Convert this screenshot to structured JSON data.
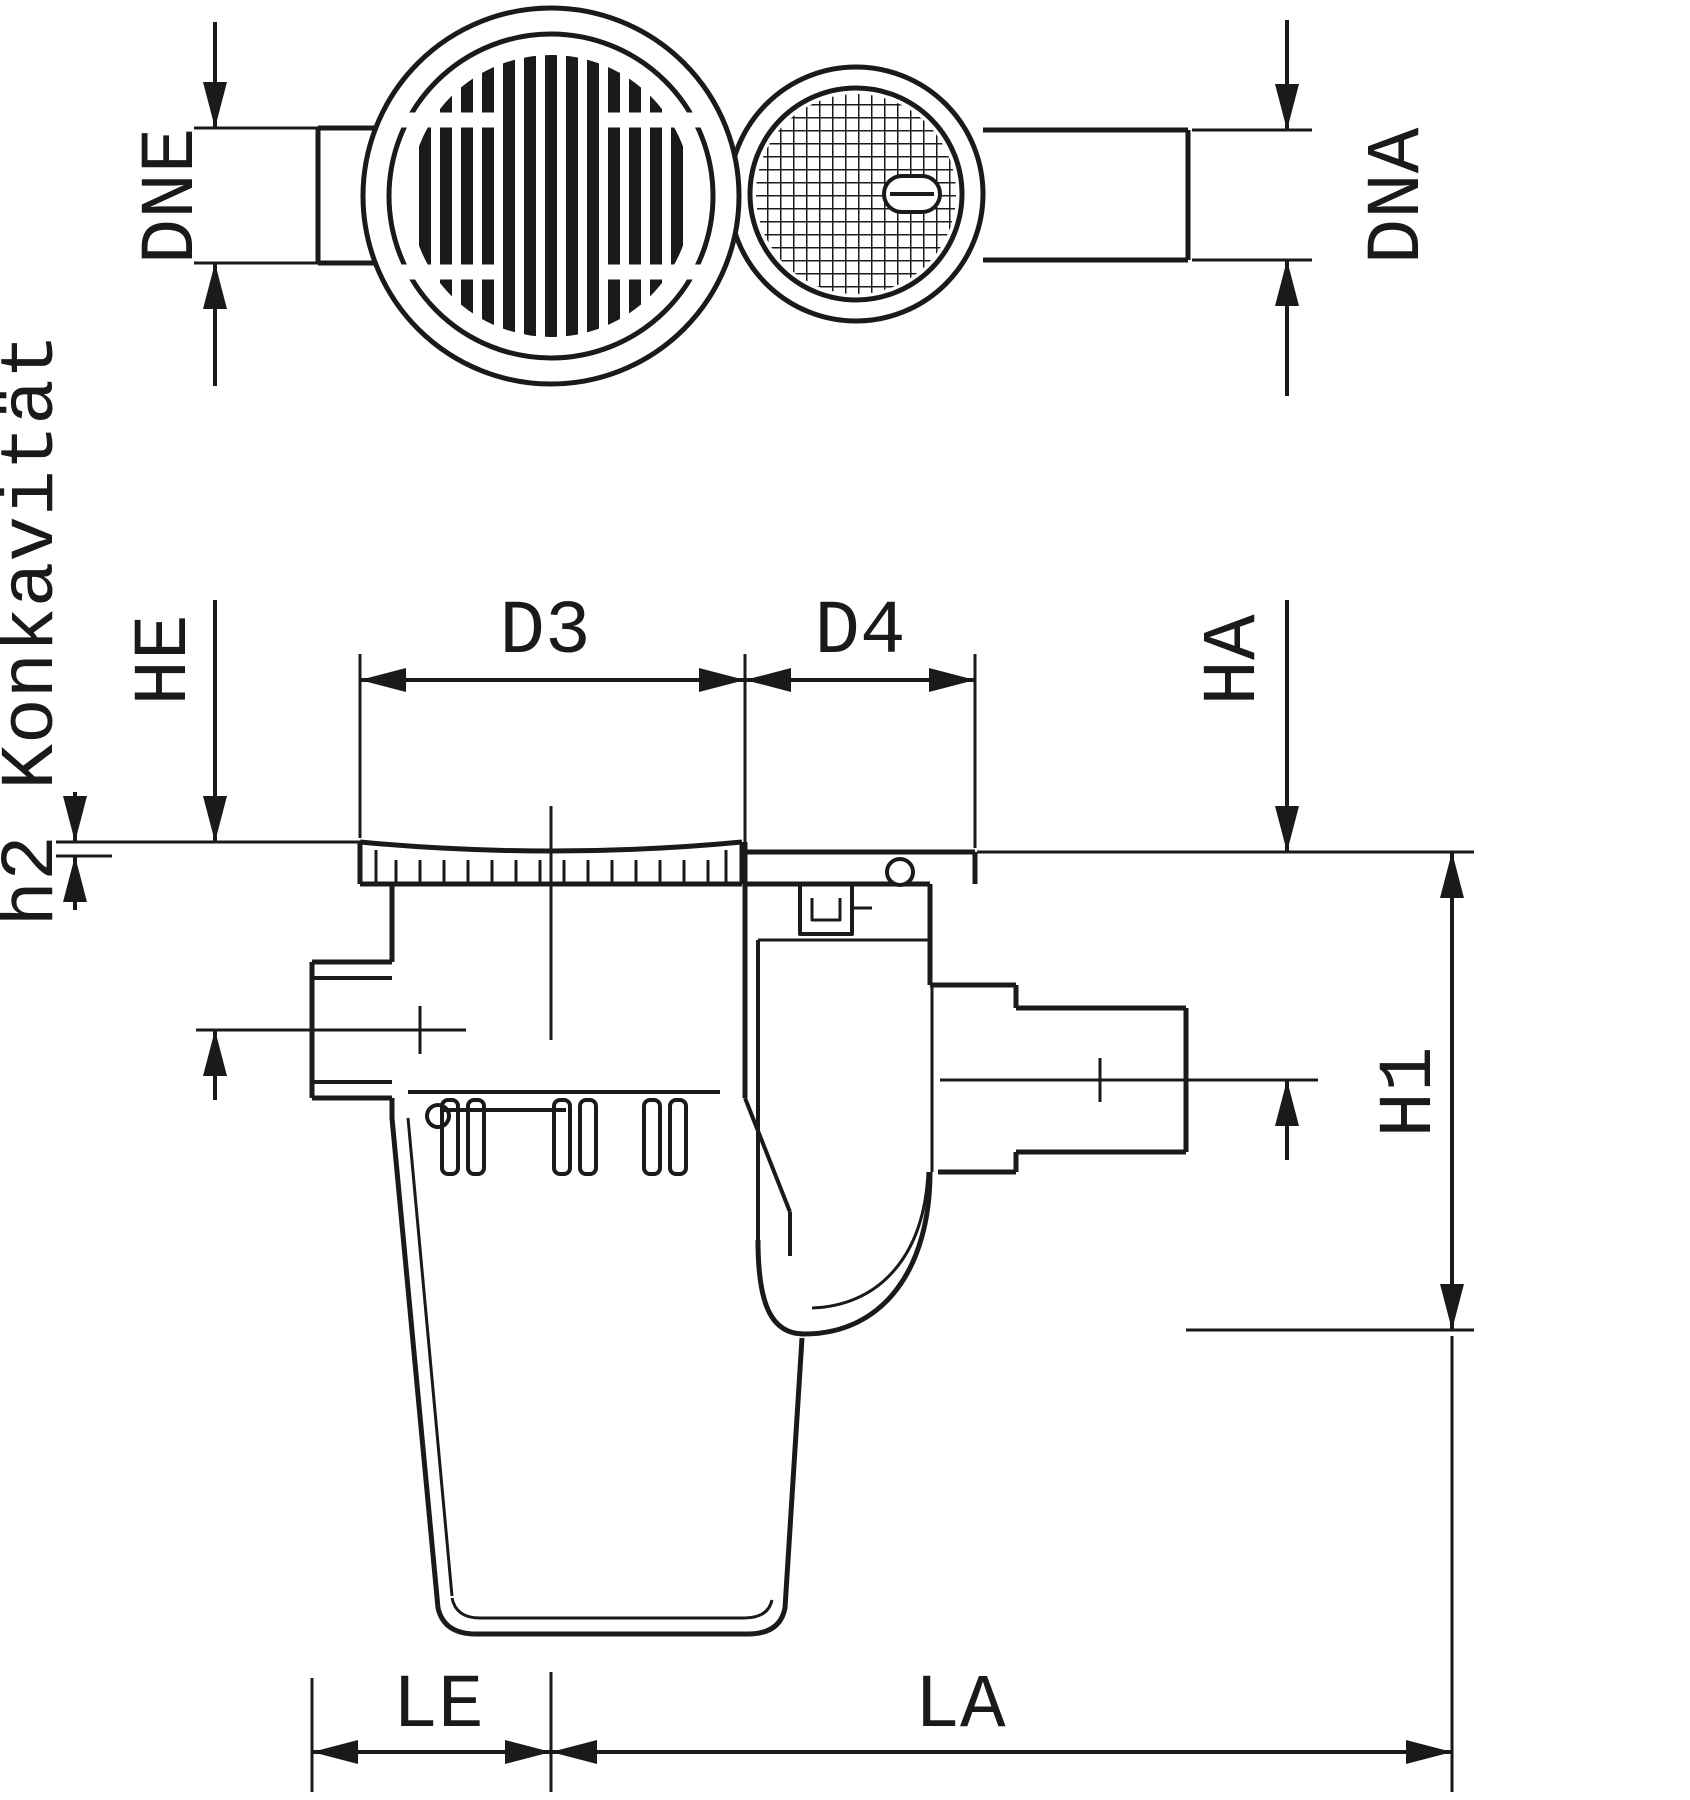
{
  "colors": {
    "line": "#1a1a1a",
    "background": "#ffffff"
  },
  "labels": {
    "dne": "DNE",
    "dna": "DNA",
    "h2_konkavitaet": "h2 Konkavität",
    "he": "HE",
    "d3": "D3",
    "d4": "D4",
    "ha": "HA",
    "h1": "H1",
    "le": "LE",
    "la": "LA"
  }
}
